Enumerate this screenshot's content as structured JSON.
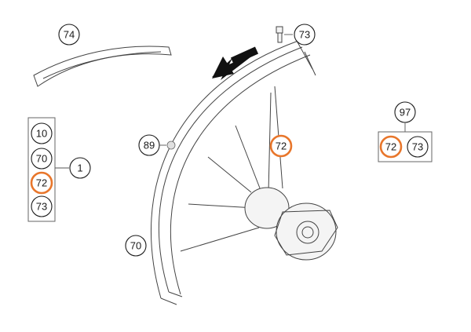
{
  "callouts": {
    "fender": "74",
    "valve": "73",
    "ball": "89",
    "spoke": "72",
    "rim": "70",
    "set_ref": "97",
    "kit_ref": "1",
    "kit_list": [
      "10",
      "70",
      "72",
      "73"
    ],
    "set_list": [
      "72",
      "73"
    ]
  },
  "colors": {
    "highlight": "#e8762b",
    "line": "#1a1a1a"
  }
}
